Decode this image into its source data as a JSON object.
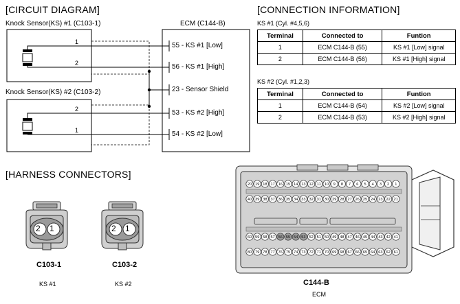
{
  "circuit": {
    "heading": "[CIRCUIT DIAGRAM]",
    "sensor1_title": "Knock Sensor(KS) #1 (C103-1)",
    "sensor2_title": "Knock Sensor(KS) #2 (C103-2)",
    "ecm_title": "ECM (C144-B)",
    "sensor1_pins": [
      "1",
      "2"
    ],
    "sensor2_pins": [
      "2",
      "1"
    ],
    "ecm_pins": [
      "55 - KS #1 [Low]",
      "56 - KS #1 [High]",
      "23 - Sensor Shield",
      "53 - KS #2 [High]",
      "54 - KS #2 [Low]"
    ]
  },
  "connection": {
    "heading": "[CONNECTION INFORMATION]",
    "tables": [
      {
        "caption": "KS #1 (Cyl. #4,5,6)",
        "headers": [
          "Terminal",
          "Connected to",
          "Funtion"
        ],
        "rows": [
          [
            "1",
            "ECM C144-B (55)",
            "KS #1 [Low] signal"
          ],
          [
            "2",
            "ECM C144-B (56)",
            "KS #1 [High] signal"
          ]
        ]
      },
      {
        "caption": "KS #2 (Cyl. #1,2,3)",
        "headers": [
          "Terminal",
          "Connected to",
          "Funtion"
        ],
        "rows": [
          [
            "1",
            "ECM C144-B (54)",
            "KS #2 [Low] signal"
          ],
          [
            "2",
            "ECM C144-B (53)",
            "KS #2 [High] signal"
          ]
        ]
      }
    ]
  },
  "harness": {
    "heading": "[HARNESS CONNECTORS]",
    "connectors": [
      {
        "name": "C103-1",
        "desc": "KS #1",
        "pins": [
          "2",
          "1"
        ]
      },
      {
        "name": "C103-2",
        "desc": "KS #2",
        "pins": [
          "2",
          "1"
        ]
      }
    ],
    "ecm": {
      "name": "C144-B",
      "desc": "ECM",
      "row1": [
        "20",
        "19",
        "18",
        "17",
        "16",
        "15",
        "14",
        "13",
        "12",
        "11",
        "10",
        "9",
        "8",
        "7",
        "6",
        "5",
        "4",
        "3",
        "2",
        "1"
      ],
      "row2": [
        "40",
        "39",
        "38",
        "37",
        "36",
        "35",
        "34",
        "33",
        "32",
        "31",
        "30",
        "29",
        "28",
        "27",
        "26",
        "25",
        "24",
        "23",
        "22",
        "21"
      ],
      "row3": [
        "60",
        "59",
        "58",
        "57",
        "56",
        "55",
        "54",
        "53",
        "52",
        "51",
        "50",
        "49",
        "48",
        "47",
        "46",
        "45",
        "44",
        "43",
        "42",
        "41"
      ],
      "row4": [
        "80",
        "79",
        "78",
        "77",
        "76",
        "75",
        "74",
        "73",
        "72",
        "71",
        "70",
        "69",
        "68",
        "67",
        "66",
        "65",
        "64",
        "63",
        "62",
        "61"
      ],
      "highlighted": [
        "53",
        "54",
        "55",
        "56"
      ]
    }
  }
}
